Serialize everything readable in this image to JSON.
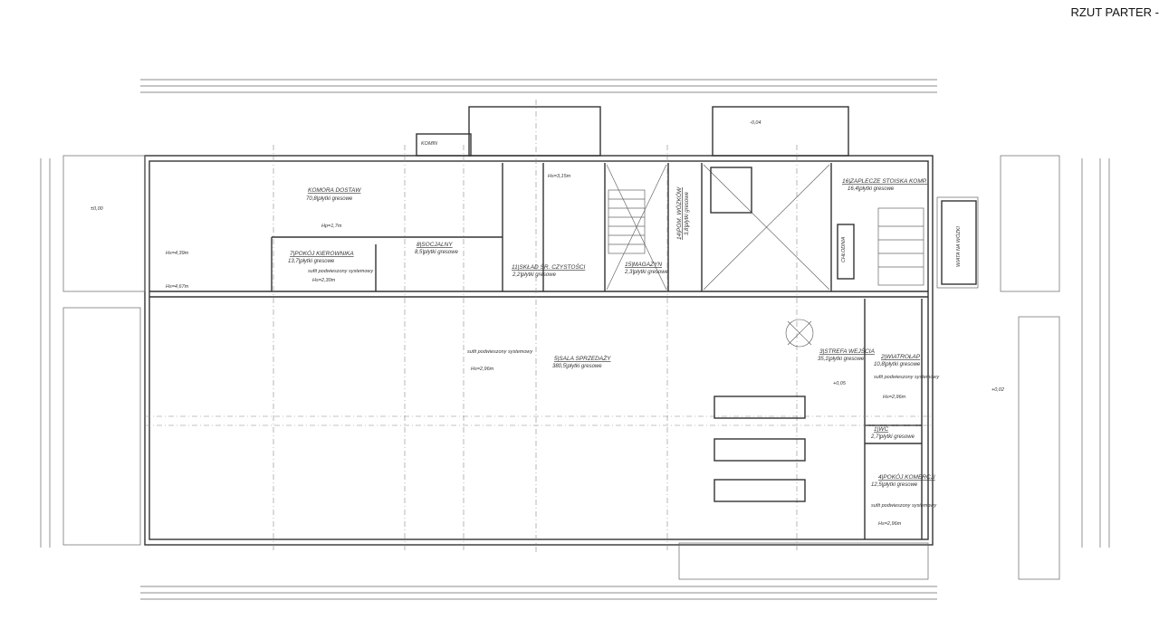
{
  "title": "RZUT PARTER -",
  "rooms": {
    "komora": {
      "name": "KOMORA DOSTAW",
      "area": "70,8|płytki gresowe"
    },
    "kierownik": {
      "name": "7|POKÓJ KIEROWNIKA",
      "area": "13,7|płytki gresowe"
    },
    "socjalny": {
      "name": "8|SOCJALNY",
      "area": "8,5|płytki gresowe"
    },
    "sala": {
      "name": "5|SALA SPRZEDAŻY",
      "area": "380,5|płytki gresowe"
    },
    "wejscie": {
      "name": "3|STREFA WEJŚCIA",
      "area": "35,1|płytki gresowe"
    },
    "wiatrolap": {
      "name": "2|WIATROŁAP",
      "area": "10,8|płytki gresowe"
    },
    "komercja": {
      "name": "4|POKÓJ KOMERCJI",
      "area": "12,5|płytki gresowe"
    },
    "zaplecze": {
      "name": "16|ZAPLECZE STOISKA KOMP.",
      "area": "16,4|płytki gresowe"
    },
    "magazyn": {
      "name": "15|MAGAZYN",
      "area": "2,3|płytki gresowe"
    },
    "wozki": {
      "name": "14|POM. WÓZKÓW",
      "area": "3,8|płytki gresowe"
    },
    "czystosc": {
      "name": "11|SKŁAD ŚR. CZYSTOŚCI",
      "area": "2,2|płytki gresowe"
    },
    "wc": {
      "name": "1|WC",
      "area": "2,7|płytki gresowe"
    }
  },
  "labels": {
    "sufit": "sufit podwieszony systemowy",
    "hs439": "Hs=4,39m",
    "hs467": "Hs=4,67m",
    "hp17": "Hp=1,7m",
    "hs230": "Hs=2,30m",
    "hs296": "Hs=2,96m",
    "hs315": "Hs=3,15m",
    "chlodnia": "CHŁODNIA",
    "komin": "KOMIN",
    "wiata": "WIATA NA WÓZKI",
    "lvl000": "±0,00",
    "lvl004": "-0,04",
    "lvl002": "+0,02",
    "lvl005": "+0,05"
  }
}
